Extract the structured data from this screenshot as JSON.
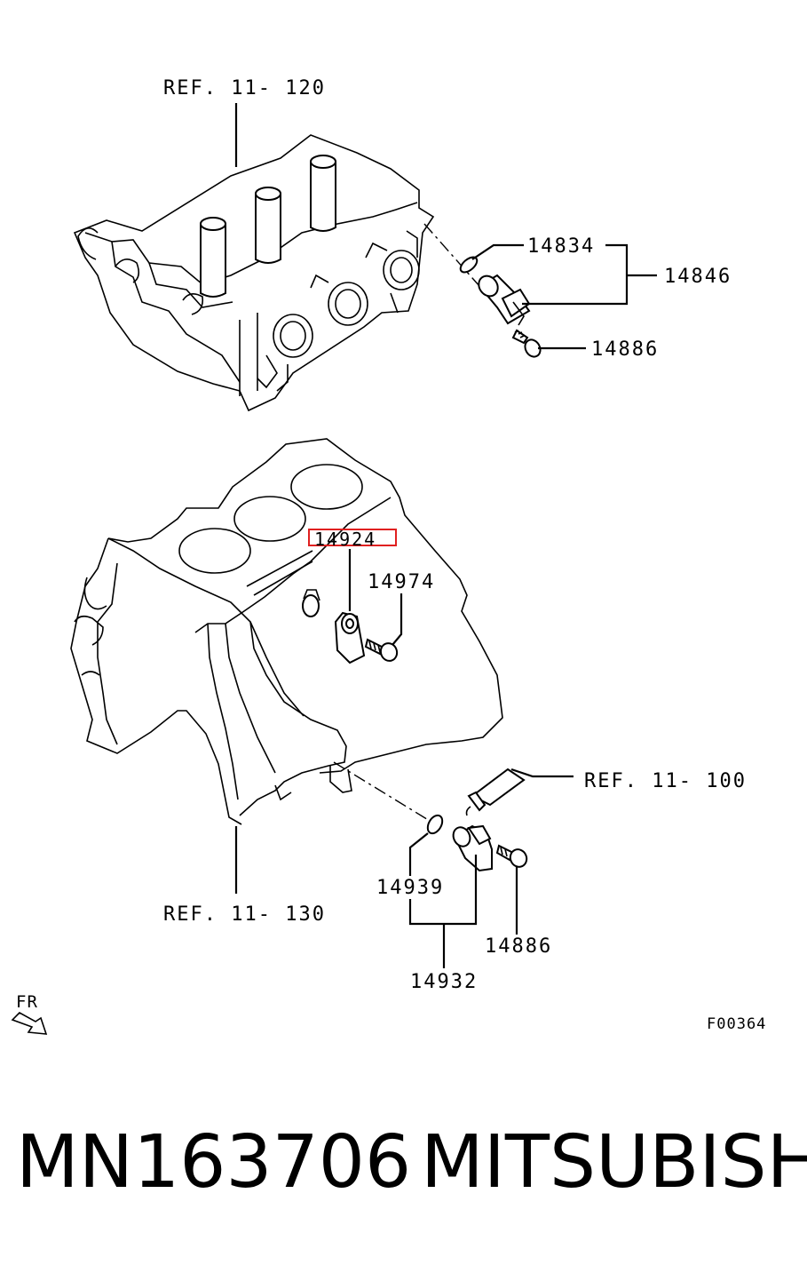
{
  "callouts": {
    "ref_11_120": "REF. 11- 120",
    "p14834": "14834",
    "p14846": "14846",
    "p14886_top": "14886",
    "p14924": "14924",
    "p14974": "14974",
    "ref_11_100": "REF. 11- 100",
    "p14939": "14939",
    "p14886_bottom": "14886",
    "ref_11_130": "REF. 11- 130",
    "p14932": "14932"
  },
  "fr_label": "FR",
  "figure_code": "F00364",
  "caption": {
    "part_number": "MN163706",
    "brand": "MITSUBISHI"
  },
  "highlight_color": "#e02020"
}
